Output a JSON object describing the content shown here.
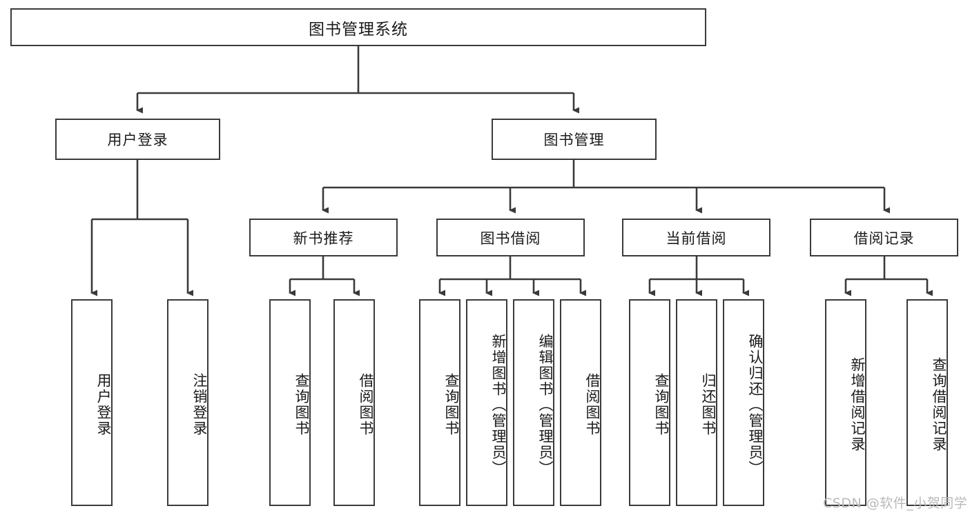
{
  "diagram": {
    "kind": "hierarchy-tree",
    "title": "图书管理系统",
    "watermark": "CSDN @软件_小贺同学",
    "colors": {
      "stroke": "#3a3a3a",
      "fill": "#ffffff",
      "text": "#1a1a1a",
      "watermark": "#b9b9b9"
    },
    "root": {
      "id": "root",
      "label": "图书管理系统"
    },
    "level2": [
      {
        "id": "login",
        "label": "用户登录"
      },
      {
        "id": "bookmgmt",
        "label": "图书管理"
      }
    ],
    "level3": [
      {
        "id": "newbook",
        "label": "新书推荐",
        "parent": "bookmgmt"
      },
      {
        "id": "borrow",
        "label": "图书借阅",
        "parent": "bookmgmt"
      },
      {
        "id": "current",
        "label": "当前借阅",
        "parent": "bookmgmt"
      },
      {
        "id": "record",
        "label": "借阅记录",
        "parent": "bookmgmt"
      }
    ],
    "leaves": [
      {
        "id": "leaf-login-1",
        "label": "用户登录",
        "parent": "login"
      },
      {
        "id": "leaf-login-2",
        "label": "注销登录",
        "parent": "login"
      },
      {
        "id": "leaf-newbook-1",
        "label": "查询图书",
        "parent": "newbook"
      },
      {
        "id": "leaf-newbook-2",
        "label": "借阅图书",
        "parent": "newbook"
      },
      {
        "id": "leaf-borrow-1",
        "label": "查询图书",
        "parent": "borrow"
      },
      {
        "id": "leaf-borrow-2",
        "label": "新增图书（管理员）",
        "parent": "borrow"
      },
      {
        "id": "leaf-borrow-3",
        "label": "编辑图书（管理员）",
        "parent": "borrow"
      },
      {
        "id": "leaf-borrow-4",
        "label": "借阅图书",
        "parent": "borrow"
      },
      {
        "id": "leaf-current-1",
        "label": "查询图书",
        "parent": "current"
      },
      {
        "id": "leaf-current-2",
        "label": "归还图书",
        "parent": "current"
      },
      {
        "id": "leaf-current-3",
        "label": "确认归还（管理员）",
        "parent": "current"
      },
      {
        "id": "leaf-record-1",
        "label": "新增借阅记录",
        "parent": "record"
      },
      {
        "id": "leaf-record-2",
        "label": "查询借阅记录",
        "parent": "record"
      }
    ]
  }
}
